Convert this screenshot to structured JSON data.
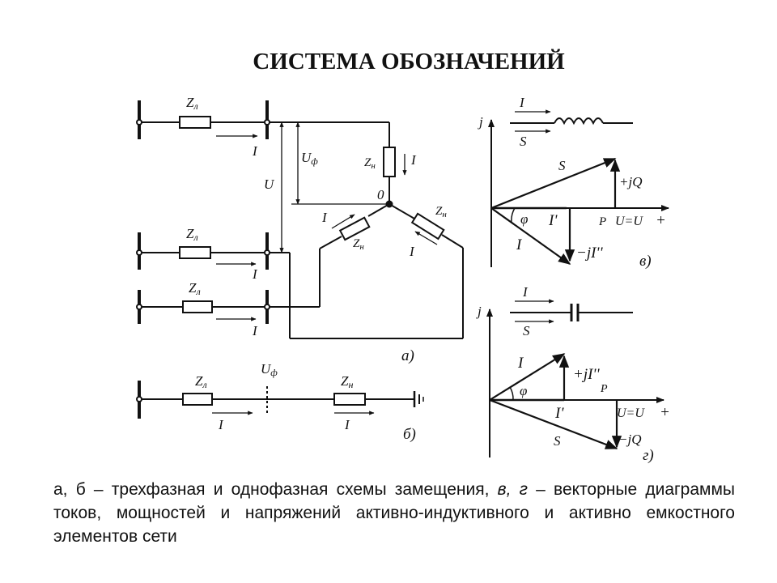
{
  "slide": {
    "title": "СИСТЕМА ОБОЗНАЧЕНИЙ"
  },
  "figure": {
    "three_phase": {
      "line_impedance": "Z",
      "line_impedance_sub": "л",
      "load_impedance": "Z",
      "load_impedance_sub": "н",
      "current": "I",
      "phase_voltage": "U",
      "phase_voltage_sub": "ф",
      "line_voltage": "U",
      "neutral": "0",
      "label": "а)"
    },
    "single_phase": {
      "line_impedance": "Z",
      "line_impedance_sub": "л",
      "load_impedance": "Z",
      "load_impedance_sub": "н",
      "voltage": "U",
      "voltage_sub": "ф",
      "current": "I",
      "label": "б)"
    },
    "inductive_diagram": {
      "axis": "j",
      "element_current": "I",
      "element_power": "S",
      "power": "S",
      "reactive_power": "+jQ",
      "angle": "φ",
      "active_current": "I'",
      "active_power": "P",
      "voltage": "U=U",
      "plus": "+",
      "current": "I",
      "reactive_current": "−jI''",
      "label": "в)"
    },
    "capacitive_diagram": {
      "axis": "j",
      "element_current": "I",
      "element_power": "S",
      "current": "I",
      "reactive_current": "+jI''",
      "active_power": "P",
      "angle": "φ",
      "active_current": "I'",
      "voltage": "U=U",
      "plus": "+",
      "reactive_power": "−jQ",
      "power": "S",
      "label": "г)"
    }
  },
  "caption": {
    "part1": "а, б – трехфазная и однофазная схемы замещения, ",
    "part2": "в, г",
    "part3": " – векторные диаграммы токов, мощностей и напряжений активно-индуктивного и активно емкостного элементов сети"
  }
}
